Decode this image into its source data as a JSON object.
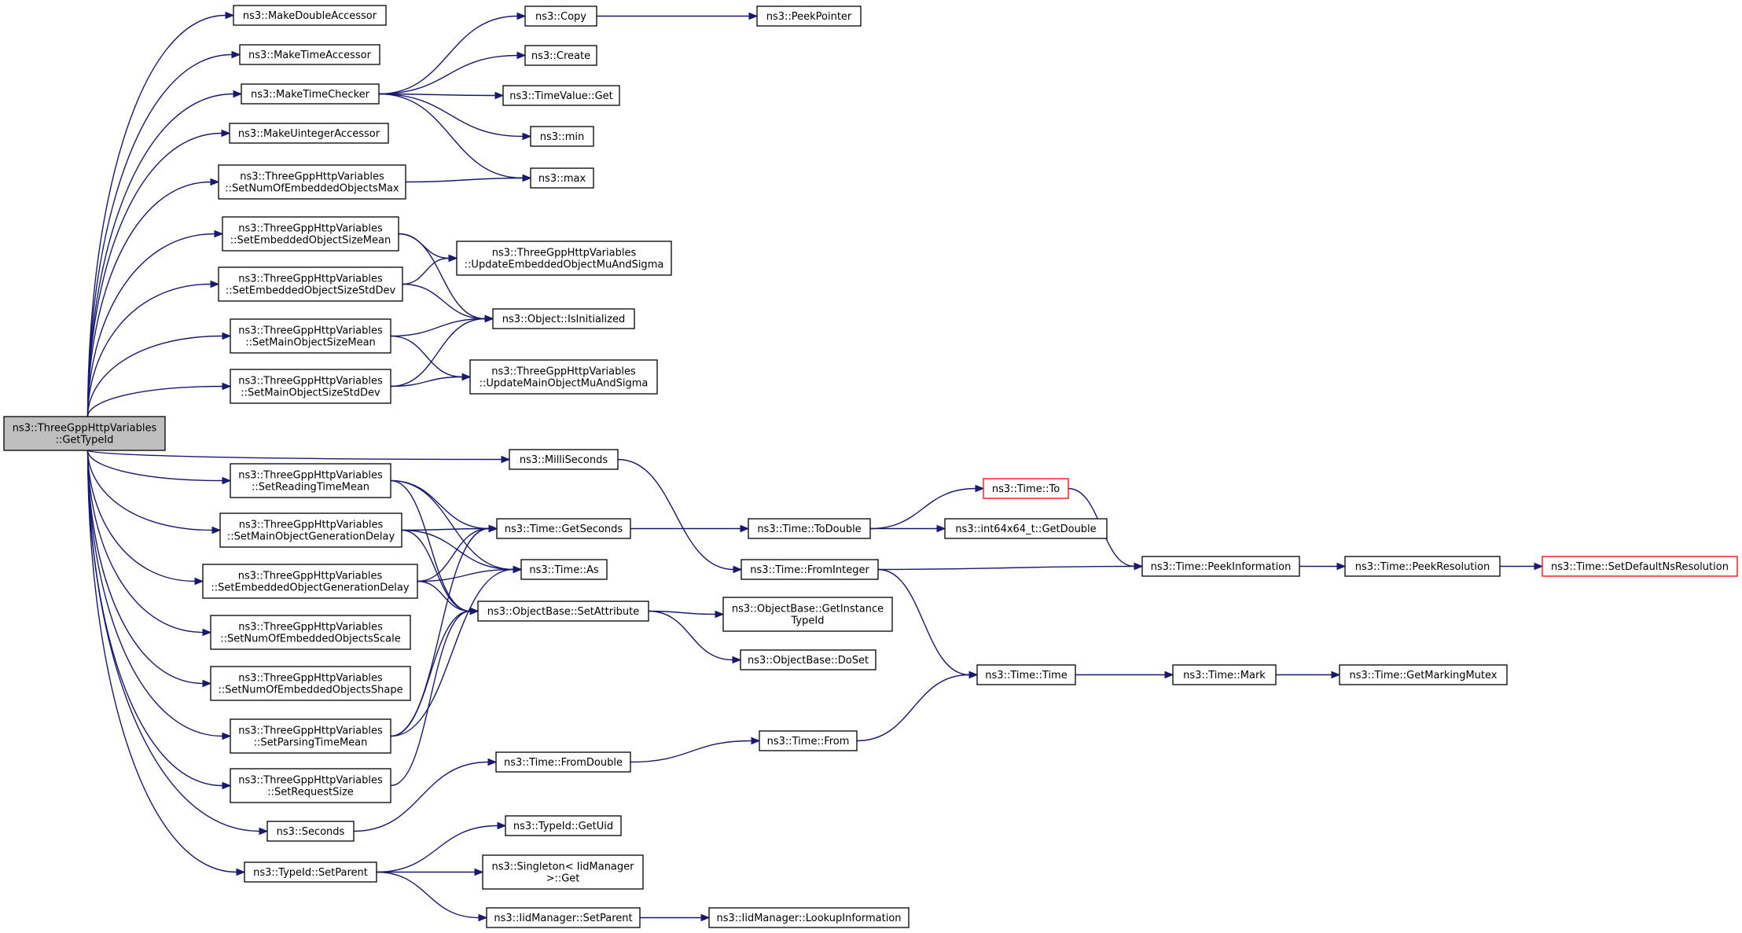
{
  "colors": {
    "edge": "#191970",
    "root_fill": "#bfbfbf",
    "truncated_border": "#ff0000",
    "node_border": "#000000"
  },
  "nodes": [
    {
      "id": "root",
      "lines": [
        "ns3::ThreeGppHttpVariables",
        "::GetTypeId"
      ],
      "style": "root"
    },
    {
      "id": "makeDoubleAccessor",
      "lines": [
        "ns3::MakeDoubleAccessor"
      ]
    },
    {
      "id": "makeTimeAccessor",
      "lines": [
        "ns3::MakeTimeAccessor"
      ]
    },
    {
      "id": "makeTimeChecker",
      "lines": [
        "ns3::MakeTimeChecker"
      ]
    },
    {
      "id": "makeUintegerAccessor",
      "lines": [
        "ns3::MakeUintegerAccessor"
      ]
    },
    {
      "id": "setNumEmbMax",
      "lines": [
        "ns3::ThreeGppHttpVariables",
        "::SetNumOfEmbeddedObjectsMax"
      ]
    },
    {
      "id": "setEmbSizeMean",
      "lines": [
        "ns3::ThreeGppHttpVariables",
        "::SetEmbeddedObjectSizeMean"
      ]
    },
    {
      "id": "setEmbSizeStdDev",
      "lines": [
        "ns3::ThreeGppHttpVariables",
        "::SetEmbeddedObjectSizeStdDev"
      ]
    },
    {
      "id": "setMainSizeMean",
      "lines": [
        "ns3::ThreeGppHttpVariables",
        "::SetMainObjectSizeMean"
      ]
    },
    {
      "id": "setMainSizeStdDev",
      "lines": [
        "ns3::ThreeGppHttpVariables",
        "::SetMainObjectSizeStdDev"
      ]
    },
    {
      "id": "setReadingTimeMean",
      "lines": [
        "ns3::ThreeGppHttpVariables",
        "::SetReadingTimeMean"
      ]
    },
    {
      "id": "setMainGenDelay",
      "lines": [
        "ns3::ThreeGppHttpVariables",
        "::SetMainObjectGenerationDelay"
      ]
    },
    {
      "id": "setEmbGenDelay",
      "lines": [
        "ns3::ThreeGppHttpVariables",
        "::SetEmbeddedObjectGenerationDelay"
      ]
    },
    {
      "id": "setNumEmbScale",
      "lines": [
        "ns3::ThreeGppHttpVariables",
        "::SetNumOfEmbeddedObjectsScale"
      ]
    },
    {
      "id": "setNumEmbShape",
      "lines": [
        "ns3::ThreeGppHttpVariables",
        "::SetNumOfEmbeddedObjectsShape"
      ]
    },
    {
      "id": "setParsingTimeMean",
      "lines": [
        "ns3::ThreeGppHttpVariables",
        "::SetParsingTimeMean"
      ]
    },
    {
      "id": "setRequestSize",
      "lines": [
        "ns3::ThreeGppHttpVariables",
        "::SetRequestSize"
      ]
    },
    {
      "id": "seconds",
      "lines": [
        "ns3::Seconds"
      ]
    },
    {
      "id": "typeIdSetParent",
      "lines": [
        "ns3::TypeId::SetParent"
      ]
    },
    {
      "id": "copy",
      "lines": [
        "ns3::Copy"
      ]
    },
    {
      "id": "peekPointer",
      "lines": [
        "ns3::PeekPointer"
      ]
    },
    {
      "id": "create",
      "lines": [
        "ns3::Create"
      ]
    },
    {
      "id": "timeValueGet",
      "lines": [
        "ns3::TimeValue::Get"
      ]
    },
    {
      "id": "min",
      "lines": [
        "ns3::min"
      ]
    },
    {
      "id": "max",
      "lines": [
        "ns3::max"
      ]
    },
    {
      "id": "updateEmbMuSigma",
      "lines": [
        "ns3::ThreeGppHttpVariables",
        "::UpdateEmbeddedObjectMuAndSigma"
      ]
    },
    {
      "id": "isInitialized",
      "lines": [
        "ns3::Object::IsInitialized"
      ]
    },
    {
      "id": "updateMainMuSigma",
      "lines": [
        "ns3::ThreeGppHttpVariables",
        "::UpdateMainObjectMuAndSigma"
      ]
    },
    {
      "id": "milliSeconds",
      "lines": [
        "ns3::MilliSeconds"
      ]
    },
    {
      "id": "getSeconds",
      "lines": [
        "ns3::Time::GetSeconds"
      ]
    },
    {
      "id": "timeAs",
      "lines": [
        "ns3::Time::As"
      ]
    },
    {
      "id": "setAttribute",
      "lines": [
        "ns3::ObjectBase::SetAttribute"
      ]
    },
    {
      "id": "fromDouble",
      "lines": [
        "ns3::Time::FromDouble"
      ]
    },
    {
      "id": "getUid",
      "lines": [
        "ns3::TypeId::GetUid"
      ]
    },
    {
      "id": "singletonGet",
      "lines": [
        "ns3::Singleton< IidManager",
        "  >::Get"
      ]
    },
    {
      "id": "iidSetParent",
      "lines": [
        "ns3::IidManager::SetParent"
      ]
    },
    {
      "id": "timeTo",
      "lines": [
        "ns3::Time::To"
      ],
      "style": "red"
    },
    {
      "id": "toDouble",
      "lines": [
        "ns3::Time::ToDouble"
      ]
    },
    {
      "id": "int64GetDouble",
      "lines": [
        "ns3::int64x64_t::GetDouble"
      ]
    },
    {
      "id": "fromInteger",
      "lines": [
        "ns3::Time::FromInteger"
      ]
    },
    {
      "id": "getInstanceTypeId",
      "lines": [
        "ns3::ObjectBase::GetInstance",
        "TypeId"
      ]
    },
    {
      "id": "doSet",
      "lines": [
        "ns3::ObjectBase::DoSet"
      ]
    },
    {
      "id": "timeFrom",
      "lines": [
        "ns3::Time::From"
      ]
    },
    {
      "id": "lookupInformation",
      "lines": [
        "ns3::IidManager::LookupInformation"
      ]
    },
    {
      "id": "peekInformation",
      "lines": [
        "ns3::Time::PeekInformation"
      ]
    },
    {
      "id": "timeTime",
      "lines": [
        "ns3::Time::Time"
      ]
    },
    {
      "id": "peekResolution",
      "lines": [
        "ns3::Time::PeekResolution"
      ]
    },
    {
      "id": "timeMark",
      "lines": [
        "ns3::Time::Mark"
      ]
    },
    {
      "id": "setDefaultNsResolution",
      "lines": [
        "ns3::Time::SetDefaultNsResolution"
      ],
      "style": "red"
    },
    {
      "id": "getMarkingMutex",
      "lines": [
        "ns3::Time::GetMarkingMutex"
      ]
    }
  ],
  "edges": [
    [
      "root",
      "makeDoubleAccessor"
    ],
    [
      "root",
      "makeTimeAccessor"
    ],
    [
      "root",
      "makeTimeChecker"
    ],
    [
      "root",
      "makeUintegerAccessor"
    ],
    [
      "root",
      "setNumEmbMax"
    ],
    [
      "root",
      "setEmbSizeMean"
    ],
    [
      "root",
      "setEmbSizeStdDev"
    ],
    [
      "root",
      "setMainSizeMean"
    ],
    [
      "root",
      "setMainSizeStdDev"
    ],
    [
      "root",
      "milliSeconds"
    ],
    [
      "root",
      "setReadingTimeMean"
    ],
    [
      "root",
      "setMainGenDelay"
    ],
    [
      "root",
      "setEmbGenDelay"
    ],
    [
      "root",
      "setNumEmbScale"
    ],
    [
      "root",
      "setNumEmbShape"
    ],
    [
      "root",
      "setParsingTimeMean"
    ],
    [
      "root",
      "setRequestSize"
    ],
    [
      "root",
      "seconds"
    ],
    [
      "root",
      "typeIdSetParent"
    ],
    [
      "makeTimeChecker",
      "copy"
    ],
    [
      "makeTimeChecker",
      "create"
    ],
    [
      "makeTimeChecker",
      "timeValueGet"
    ],
    [
      "makeTimeChecker",
      "min"
    ],
    [
      "makeTimeChecker",
      "max"
    ],
    [
      "copy",
      "peekPointer"
    ],
    [
      "setNumEmbMax",
      "max"
    ],
    [
      "setEmbSizeMean",
      "updateEmbMuSigma"
    ],
    [
      "setEmbSizeMean",
      "isInitialized"
    ],
    [
      "setEmbSizeStdDev",
      "updateEmbMuSigma"
    ],
    [
      "setEmbSizeStdDev",
      "isInitialized"
    ],
    [
      "setMainSizeMean",
      "isInitialized"
    ],
    [
      "setMainSizeMean",
      "updateMainMuSigma"
    ],
    [
      "setMainSizeStdDev",
      "isInitialized"
    ],
    [
      "setMainSizeStdDev",
      "updateMainMuSigma"
    ],
    [
      "milliSeconds",
      "fromInteger"
    ],
    [
      "setReadingTimeMean",
      "getSeconds"
    ],
    [
      "setReadingTimeMean",
      "timeAs"
    ],
    [
      "setReadingTimeMean",
      "setAttribute"
    ],
    [
      "setMainGenDelay",
      "getSeconds"
    ],
    [
      "setMainGenDelay",
      "timeAs"
    ],
    [
      "setMainGenDelay",
      "setAttribute"
    ],
    [
      "setEmbGenDelay",
      "getSeconds"
    ],
    [
      "setEmbGenDelay",
      "timeAs"
    ],
    [
      "setEmbGenDelay",
      "setAttribute"
    ],
    [
      "setParsingTimeMean",
      "getSeconds"
    ],
    [
      "setParsingTimeMean",
      "timeAs"
    ],
    [
      "setParsingTimeMean",
      "setAttribute"
    ],
    [
      "setRequestSize",
      "setAttribute"
    ],
    [
      "seconds",
      "fromDouble"
    ],
    [
      "typeIdSetParent",
      "getUid"
    ],
    [
      "typeIdSetParent",
      "singletonGet"
    ],
    [
      "typeIdSetParent",
      "iidSetParent"
    ],
    [
      "getSeconds",
      "toDouble"
    ],
    [
      "toDouble",
      "timeTo"
    ],
    [
      "toDouble",
      "int64GetDouble"
    ],
    [
      "timeTo",
      "peekInformation"
    ],
    [
      "fromInteger",
      "peekInformation"
    ],
    [
      "fromInteger",
      "timeTime"
    ],
    [
      "setAttribute",
      "getInstanceTypeId"
    ],
    [
      "setAttribute",
      "doSet"
    ],
    [
      "fromDouble",
      "timeFrom"
    ],
    [
      "timeFrom",
      "timeTime"
    ],
    [
      "iidSetParent",
      "lookupInformation"
    ],
    [
      "peekInformation",
      "peekResolution"
    ],
    [
      "peekResolution",
      "setDefaultNsResolution"
    ],
    [
      "timeTime",
      "timeMark"
    ],
    [
      "timeMark",
      "getMarkingMutex"
    ]
  ]
}
